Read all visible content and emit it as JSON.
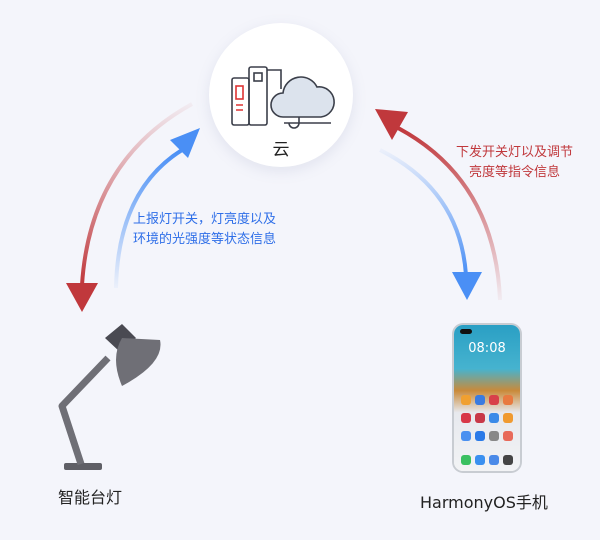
{
  "cloud": {
    "label": "云",
    "icon": "cloud-server-icon"
  },
  "lamp": {
    "label": "智能台灯",
    "icon": "desk-lamp-icon"
  },
  "phone": {
    "label": "HarmonyOS手机",
    "time": "08:08",
    "icon": "smartphone-icon"
  },
  "uplink_caption": {
    "line1": "上报灯开关，灯亮度以及",
    "line2": "环境的光强度等状态信息"
  },
  "downlink_caption": {
    "line1": "下发开关灯以及调节",
    "line2": "亮度等指令信息"
  },
  "colors": {
    "blue": "#4a8ff5",
    "red": "#c0383c",
    "background": "#f4f5fb"
  }
}
